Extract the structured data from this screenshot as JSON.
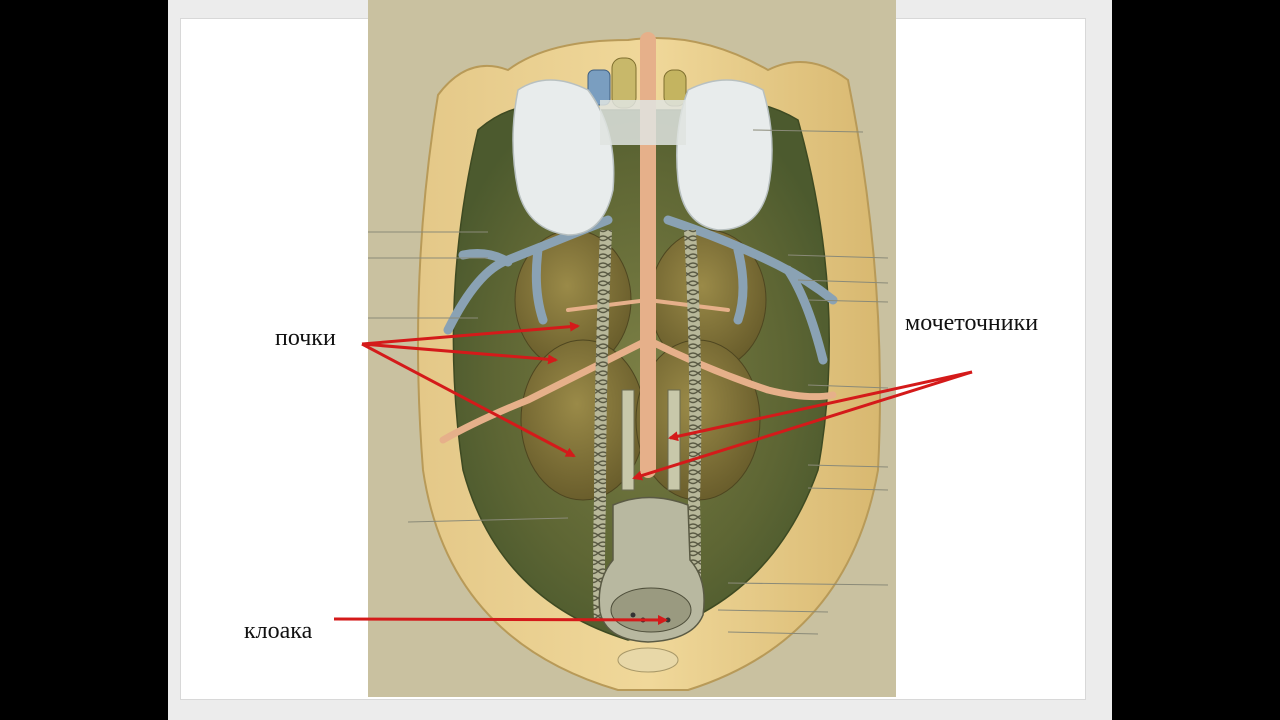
{
  "labels": {
    "kidneys": "почки",
    "ureters": "мочеточники",
    "cloaca": "клоака"
  },
  "colors": {
    "arrow": "#d41a1a",
    "paper": "#c9c1a0",
    "shell": "#dcc080",
    "cavity": "#6e7440",
    "kidney": "#8a7a3e",
    "vein": "#8aa2b4",
    "artery": "#e6b08a",
    "lung": "#e8ecec",
    "ureter": "#c8c8aa"
  },
  "icons": {
    "arrowhead": "triangle-arrowhead-icon"
  }
}
